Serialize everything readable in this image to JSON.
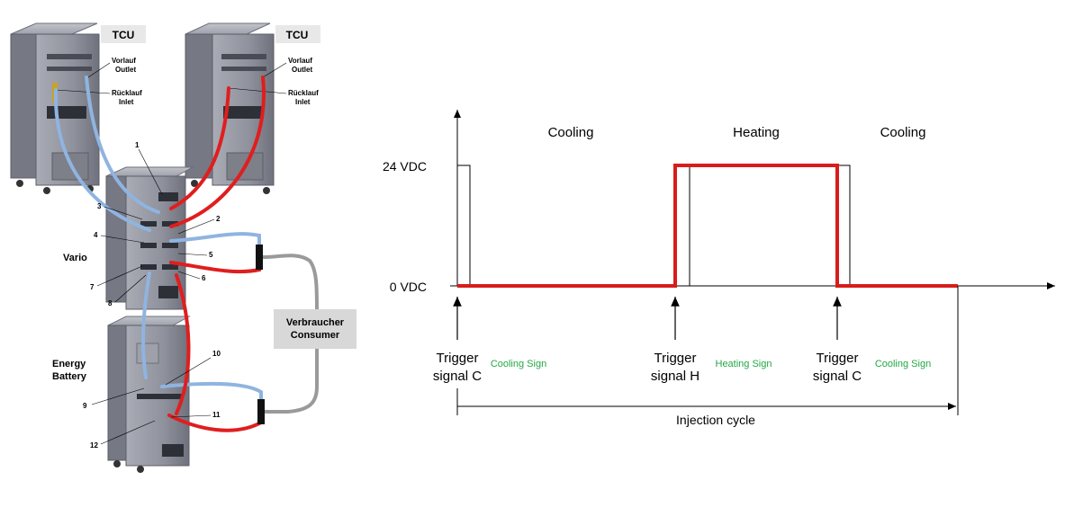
{
  "equipment": {
    "tcu_left": {
      "title": "TCU",
      "outlet_de": "Vorlauf",
      "outlet_en": "Outlet",
      "inlet_de": "Rücklauf",
      "inlet_en": "Inlet"
    },
    "tcu_right": {
      "title": "TCU",
      "outlet_de": "Vorlauf",
      "outlet_en": "Outlet",
      "inlet_de": "Rücklauf",
      "inlet_en": "Inlet"
    },
    "vario": "Vario",
    "energy_battery_line1": "Energy",
    "energy_battery_line2": "Battery",
    "consumer_de": "Verbraucher",
    "consumer_en": "Consumer",
    "port_numbers": [
      "1",
      "2",
      "3",
      "4",
      "5",
      "6",
      "7",
      "8",
      "9",
      "10",
      "11",
      "12"
    ],
    "colors": {
      "cold_line": "#8fb4e0",
      "hot_line": "#e01e1e",
      "machine_body": "#8e909b",
      "consumer_line": "#9a9a9a"
    }
  },
  "timing": {
    "level_high": "24 VDC",
    "level_low": "0 VDC",
    "phases": [
      "Cooling",
      "Heating",
      "Cooling"
    ],
    "triggers": [
      {
        "line1": "Trigger",
        "line2": "signal C",
        "sign": "Cooling Sign"
      },
      {
        "line1": "Trigger",
        "line2": "signal H",
        "sign": "Heating Sign"
      },
      {
        "line1": "Trigger",
        "line2": "signal C",
        "sign": "Cooling Sign"
      }
    ],
    "cycle_label": "Injection cycle",
    "colors": {
      "signal": "#d81c1c",
      "sign_text": "#22a745",
      "axis": "#000000"
    }
  }
}
